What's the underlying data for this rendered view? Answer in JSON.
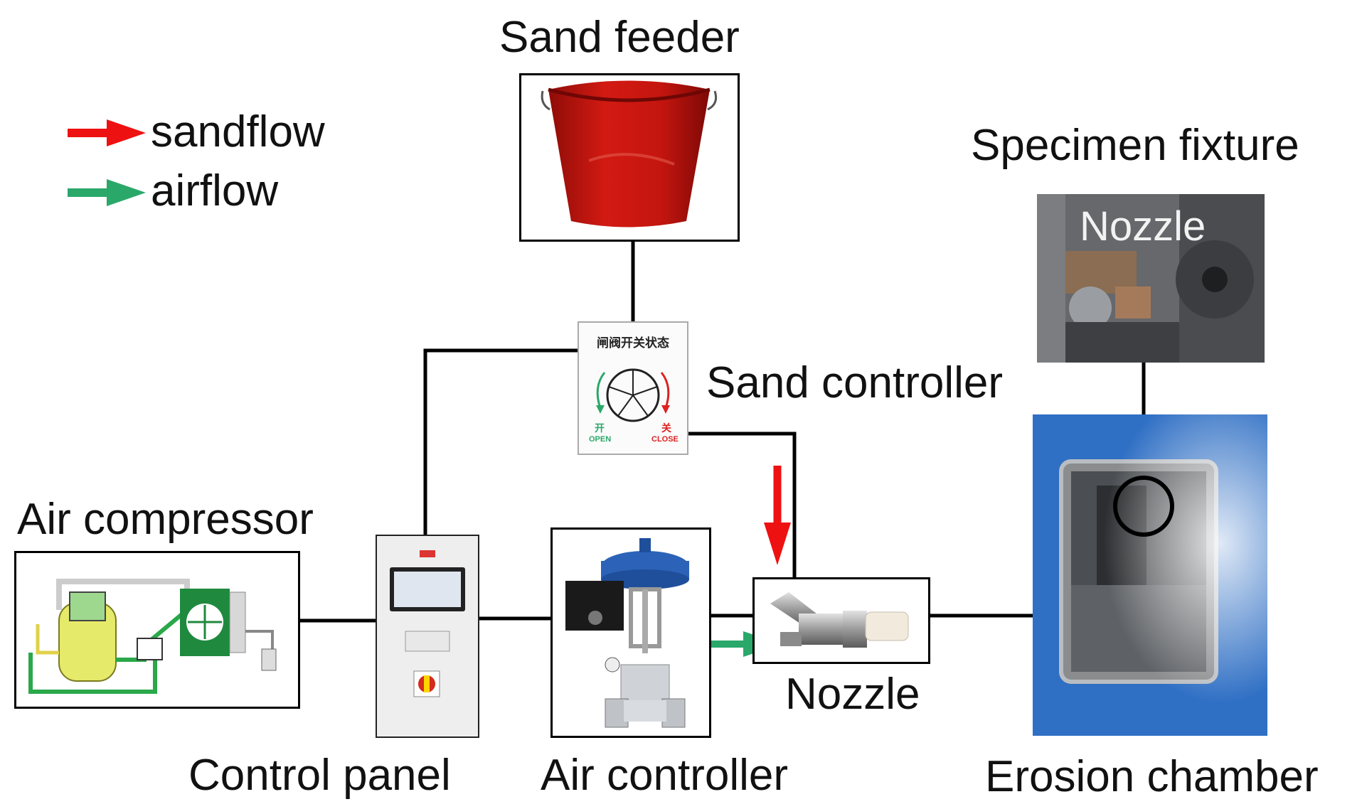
{
  "legend": {
    "items": [
      {
        "label": "sandflow",
        "color": "#ee1111"
      },
      {
        "label": "airflow",
        "color": "#2aa86a"
      }
    ]
  },
  "components": {
    "sand_feeder": "Sand feeder",
    "specimen_fixture": "Specimen fixture",
    "sand_controller": "Sand controller",
    "air_compressor": "Air compressor",
    "control_panel": "Control panel",
    "air_controller": "Air controller",
    "nozzle": "Nozzle",
    "erosion_chamber": "Erosion chamber",
    "fixture_photo_label": "Nozzle"
  },
  "sand_controller_panel": {
    "title": "闸阀开关状态",
    "open_cn": "开",
    "open_en": "OPEN",
    "close_cn": "关",
    "close_en": "CLOSE"
  },
  "colors": {
    "sandflow": "#ee1111",
    "airflow": "#2aa86a",
    "bucket": "#c4150f",
    "chamber": "#2f6fc4",
    "valve_blue": "#2c63b8"
  }
}
